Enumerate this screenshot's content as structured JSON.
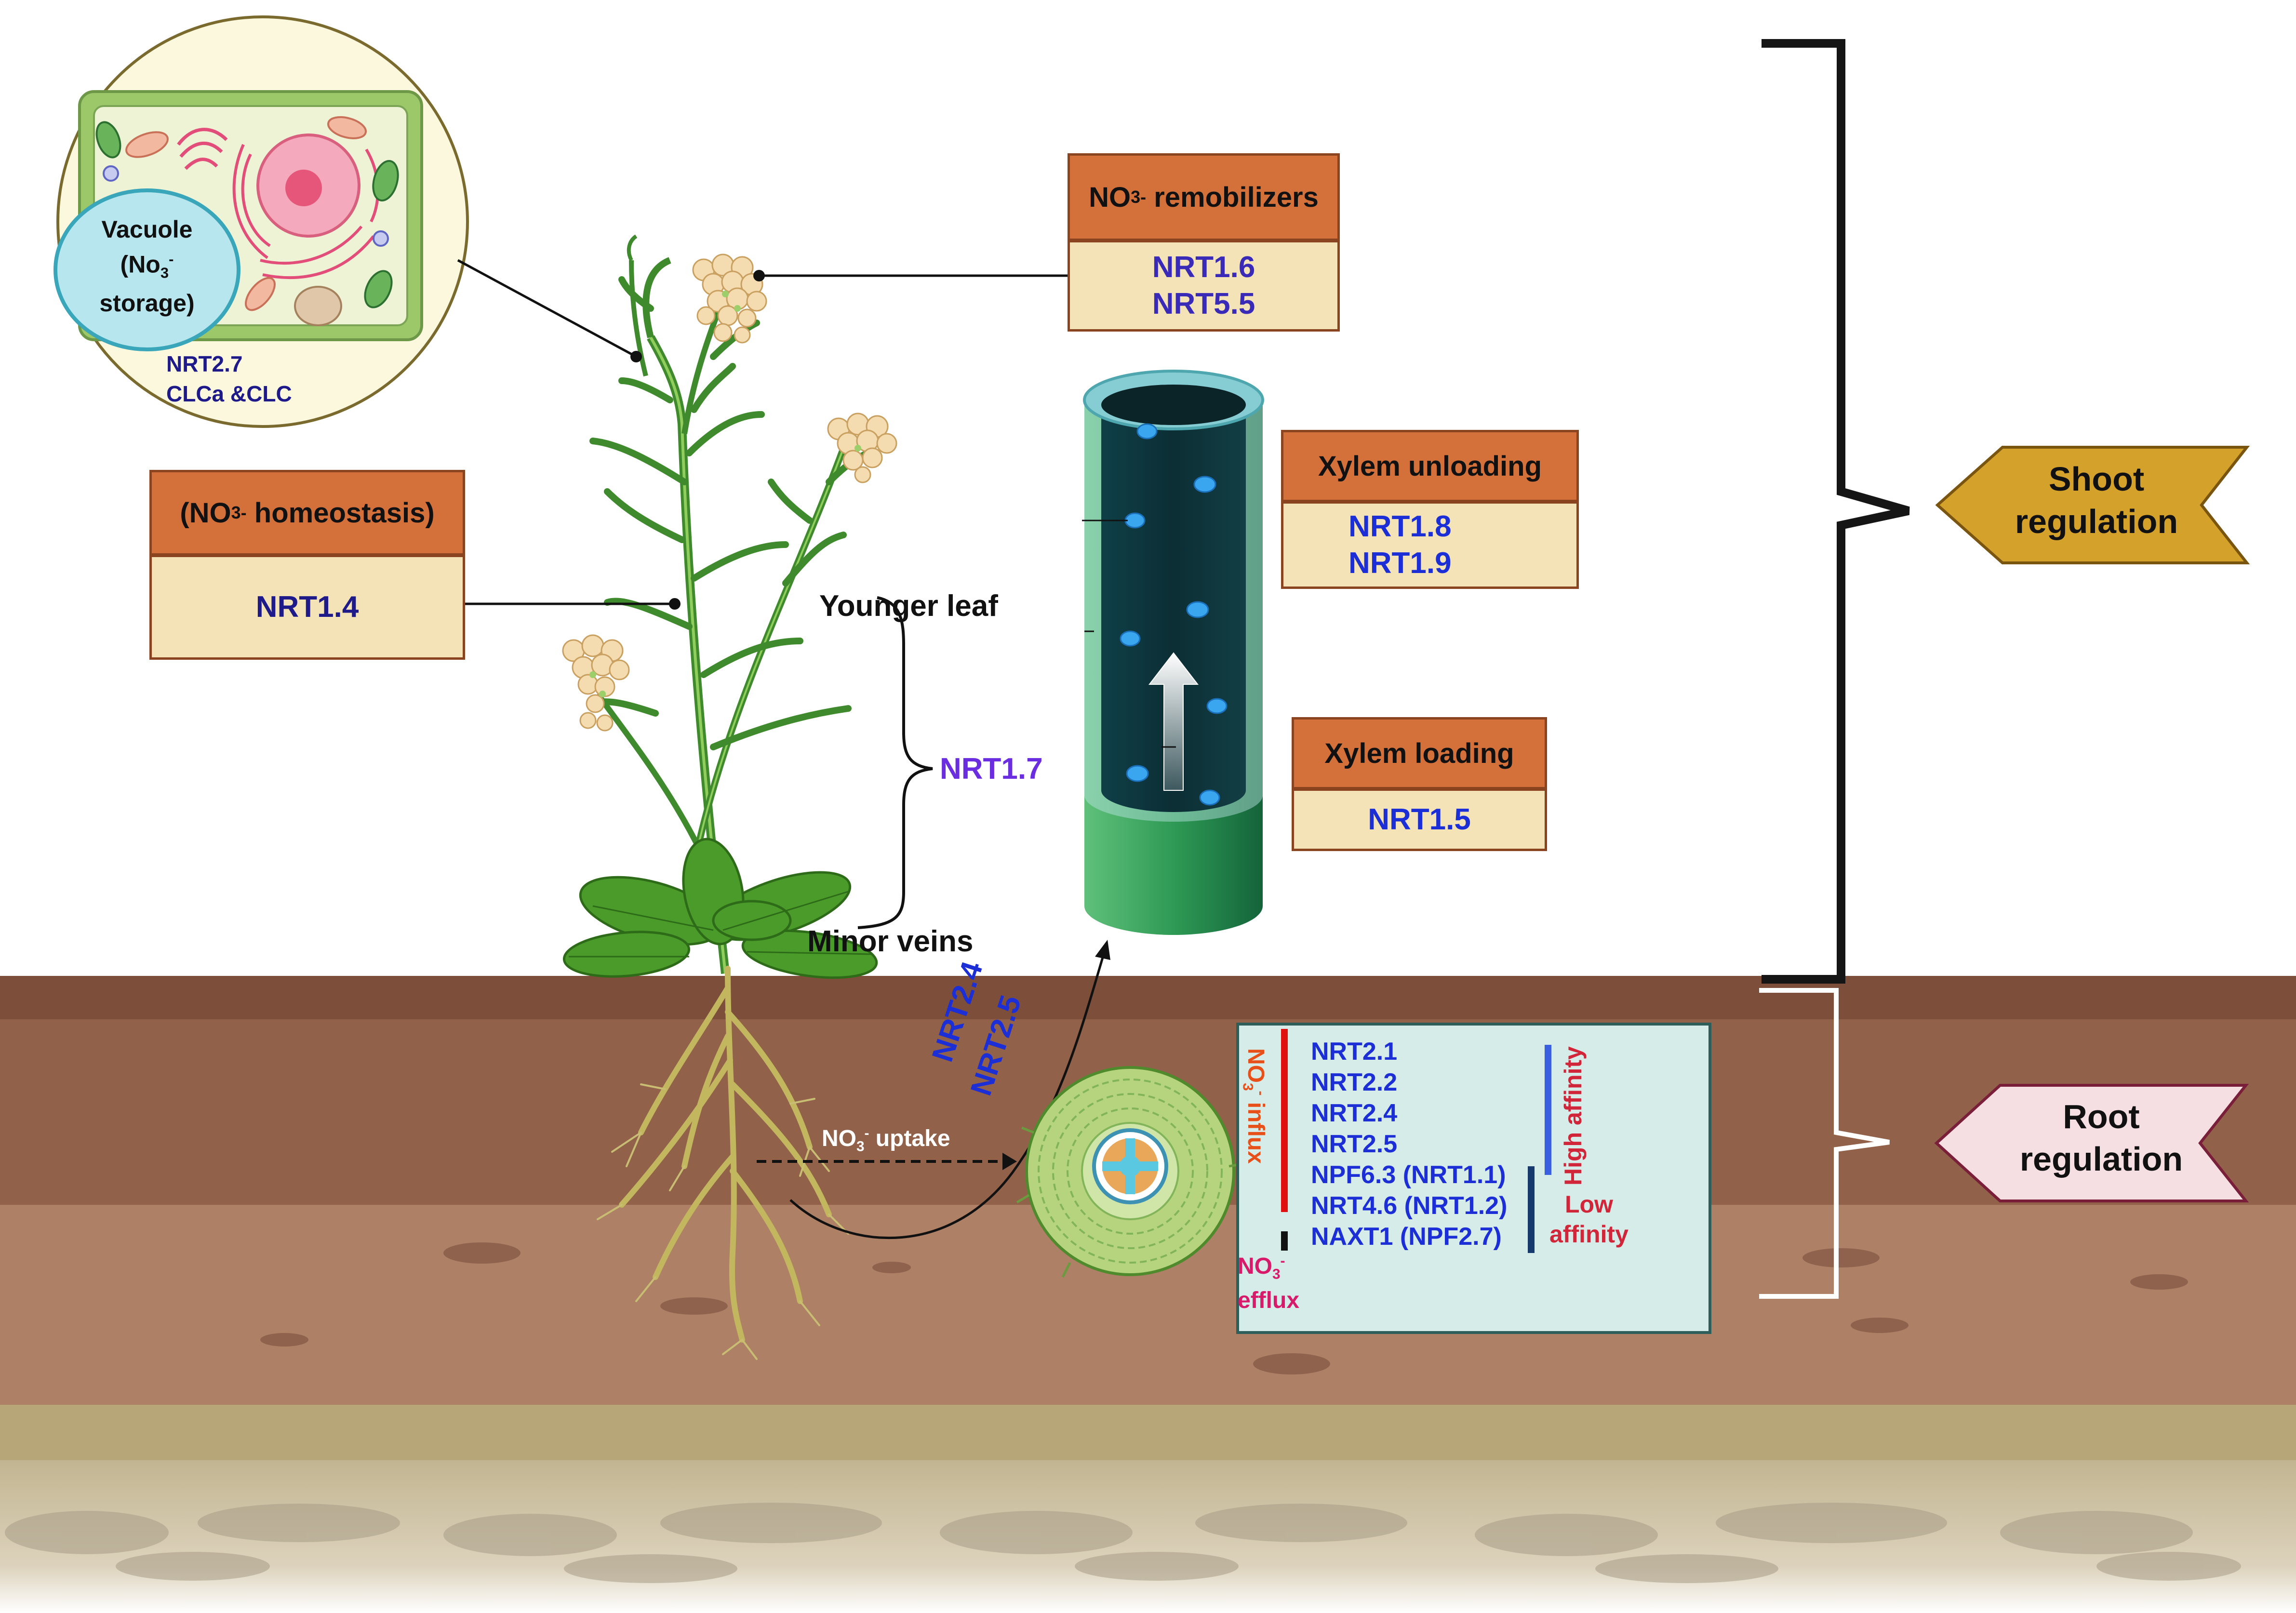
{
  "cell": {
    "vacuole_line1": "Vacuole",
    "vacuole_line2": "(No3- storage)",
    "vacuole_no": "(No",
    "vacuole_sub": "3",
    "vacuole_sup": "-",
    "vacuole_line3": "storage)",
    "transporter1": "NRT2.7",
    "transporter2": "CLCa &CLC"
  },
  "remobilizers": {
    "header_no": "NO",
    "header_sub": "3",
    "header_sup": "-",
    "header_rest": " remobilizers",
    "items": [
      "NRT1.6",
      "NRT5.5"
    ]
  },
  "homeostasis": {
    "header_pre": "(NO",
    "header_sub": "3",
    "header_sup": "-",
    "header_rest": " homeostasis)",
    "item": "NRT1.4"
  },
  "xylem_unloading": {
    "header": "Xylem unloading",
    "items": [
      "NRT1.8",
      "NRT1.9"
    ]
  },
  "xylem_loading": {
    "header": "Xylem loading",
    "item": "NRT1.5"
  },
  "leaf_labels": {
    "younger_leaf": "Younger leaf",
    "minor_veins": "Minor veins",
    "nrt17": "NRT1.7"
  },
  "root_labels": {
    "nrt24": "NRT2.4",
    "nrt25": "NRT2.5",
    "uptake_no": "NO",
    "uptake_sub": "3",
    "uptake_sup": "-",
    "uptake_rest": " uptake"
  },
  "root_panel": {
    "influx_no": "NO",
    "influx_sub": "3",
    "influx_sup": "-",
    "influx_rest": " influx",
    "efflux_no": "NO",
    "efflux_sub": "3",
    "efflux_sup": "-",
    "efflux_word": "efflux",
    "transporters": [
      "NRT2.1",
      "NRT2.2",
      "NRT2.4",
      "NRT2.5",
      "NPF6.3 (NRT1.1)",
      "NRT4.6 (NRT1.2)",
      "NAXT1 (NPF2.7)"
    ],
    "high_affinity": "High affinity",
    "low_affinity_1": "Low",
    "low_affinity_2": "affinity"
  },
  "shoot_tag": {
    "line1": "Shoot",
    "line2": "regulation"
  },
  "root_tag": {
    "line1": "Root",
    "line2": "regulation"
  },
  "colors": {
    "header_fill": "#d4713a",
    "body_fill": "#f3e3b6",
    "panel_fill": "#d6ece8",
    "shoot_tag": "#d4a12a",
    "root_tag": "#f6dfe2",
    "influx_bar": "#e01010",
    "high_affinity_bar": "#3a5fe0",
    "low_affinity_bar": "#163a6e"
  }
}
